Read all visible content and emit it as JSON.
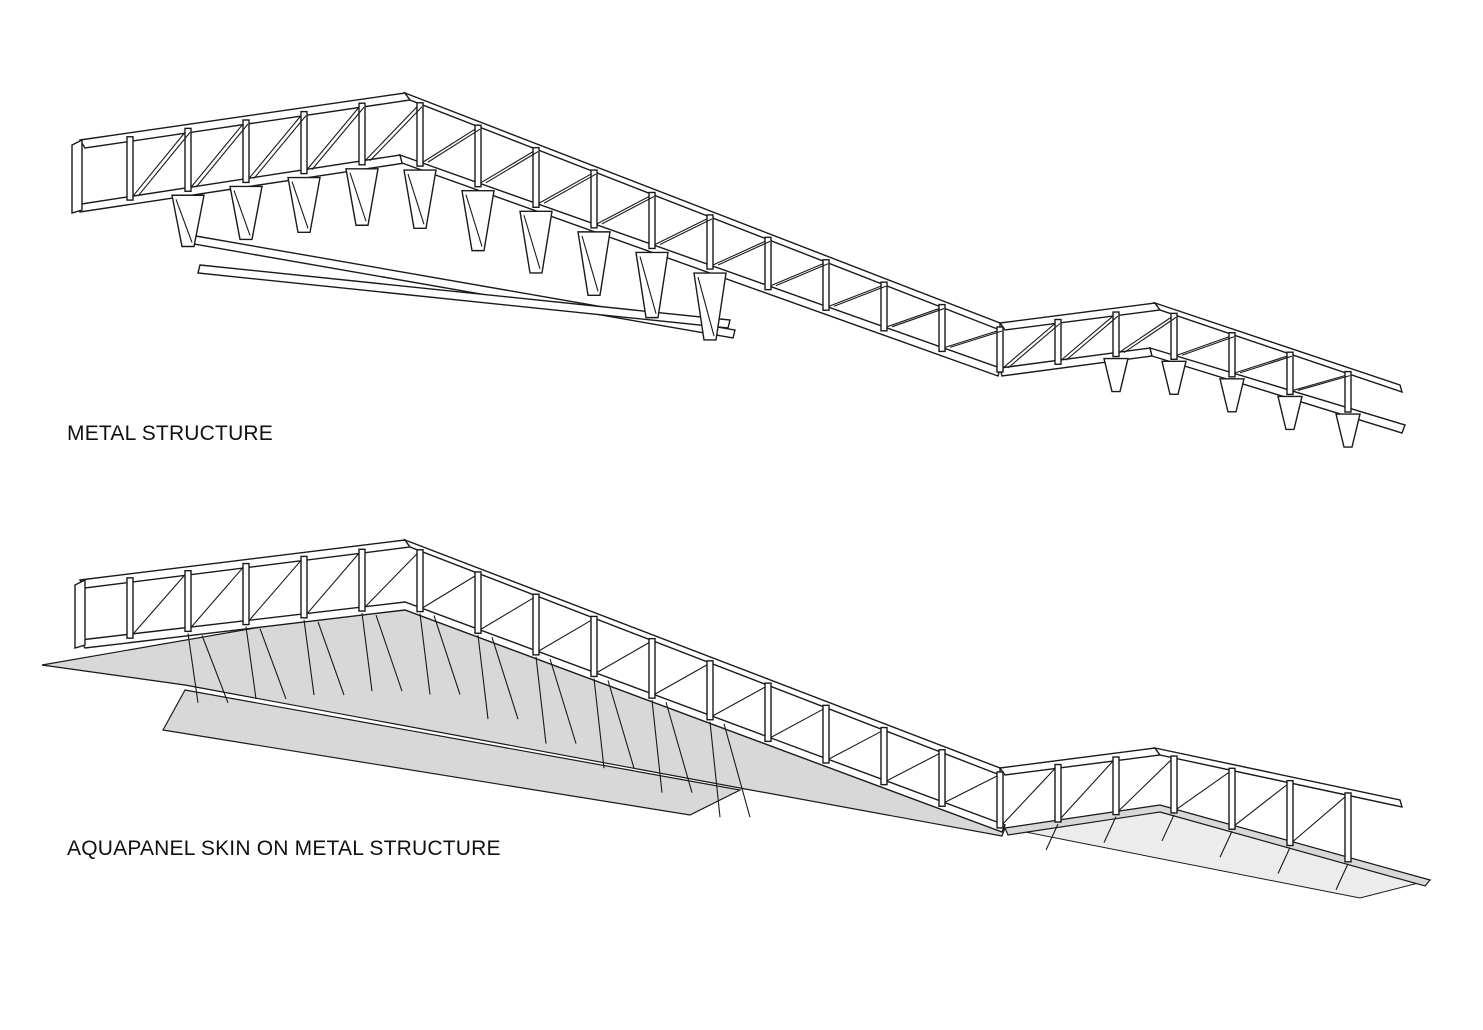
{
  "diagrams": [
    {
      "caption": "METAL STRUCTURE",
      "view": "metal-structure",
      "icon": "truss-frame-drawing"
    },
    {
      "caption": "AQUAPANEL SKIN ON METAL STRUCTURE",
      "view": "skinned-structure",
      "icon": "clad-truss-drawing"
    }
  ],
  "colors": {
    "line": "#1a1a1a",
    "skin_fill": "#d8d8d8",
    "background": "#ffffff"
  }
}
